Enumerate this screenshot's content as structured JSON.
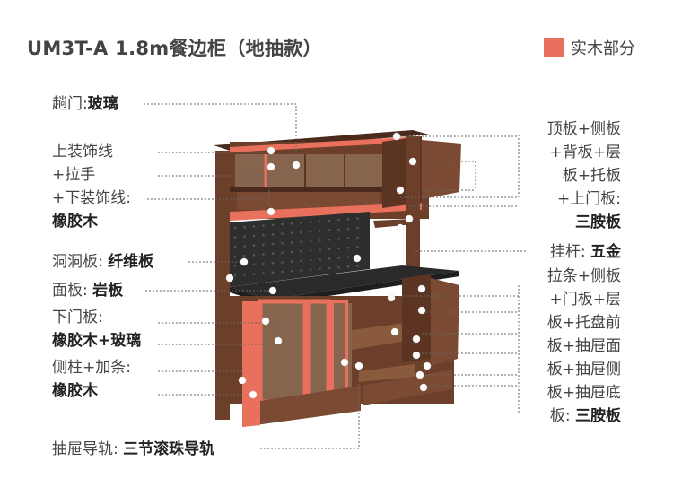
{
  "title": "UM3T-A 1.8m餐边柜（地抽款）",
  "legend": {
    "label": "实木部分",
    "color": "#e8705c"
  },
  "left_labels": {
    "sliding_door": {
      "name": "趟门:",
      "value": "玻璃"
    },
    "trim": {
      "line1": "上装饰线",
      "line2": "+拉手",
      "line3": "+下装饰线:",
      "value": "橡胶木"
    },
    "pegboard": {
      "name": "洞洞板:",
      "value": "纤维板"
    },
    "countertop": {
      "name": "面板:",
      "value": "岩板"
    },
    "lower_door": {
      "name": "下门板:",
      "value": "橡胶木+玻璃"
    },
    "side_post": {
      "name": "侧柱+加条:",
      "value": "橡胶木"
    },
    "rail": {
      "name": "抽屉导轨:",
      "value": "三节滚珠导轨"
    }
  },
  "right_labels": {
    "top_panels": {
      "line1": "顶板+侧板",
      "line2": "+背板+层",
      "line3": "板+托板",
      "line4": "+上门板:",
      "value": "三胺板"
    },
    "hanger": {
      "name": "挂杆:",
      "value": "五金"
    },
    "lower_panels": {
      "line1": "拉条+侧板",
      "line2": "+门板+层",
      "line3": "板+托盘前",
      "line4": "板+抽屉面",
      "line5": "板+抽屉侧",
      "line6": "板+抽屉底",
      "line7": "板:",
      "value": "三胺板"
    }
  }
}
